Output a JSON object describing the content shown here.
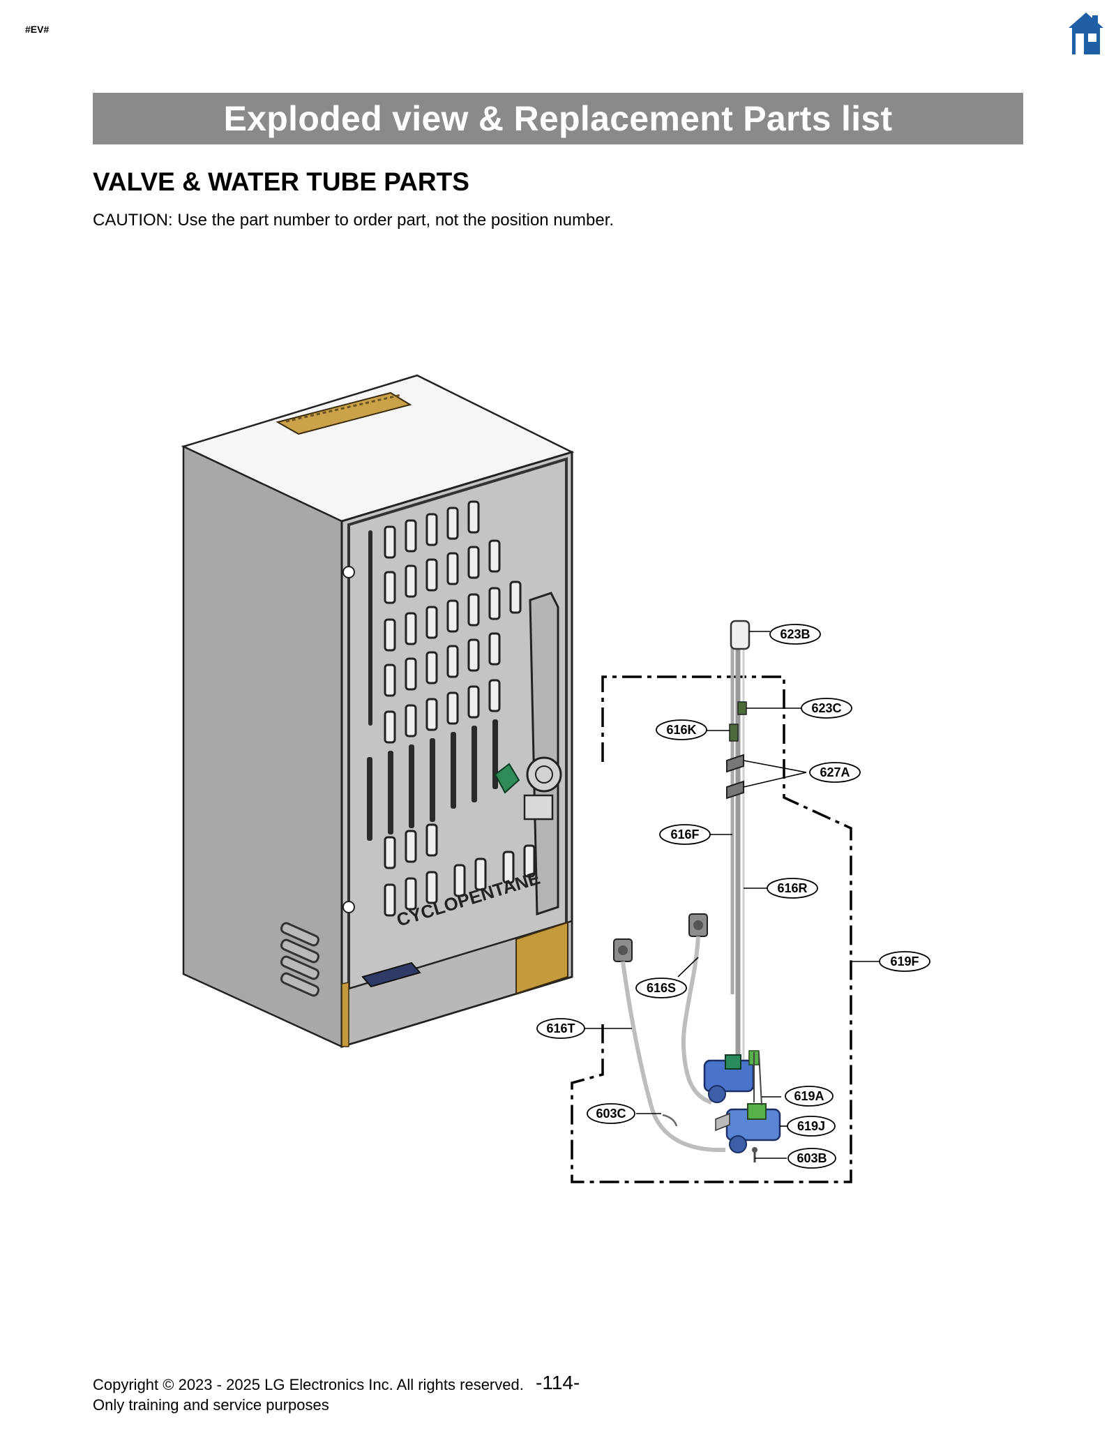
{
  "page": {
    "tag": "#EV#",
    "banner_title": "Exploded view & Replacement Parts list",
    "section_title": "VALVE & WATER TUBE PARTS",
    "caution": "CAUTION: Use the part number to order part, not the position number.",
    "footer_copyright": "Copyright © 2023 - 2025 LG Electronics Inc. All rights reserved.",
    "footer_note": "Only training and service purposes",
    "page_number": "-114-",
    "home_icon": "home-icon",
    "accent_color": "#1f5fa6",
    "banner_color": "#8a8a8a"
  },
  "diagram": {
    "cabinet_text": "CYCLOPENTANE",
    "callouts": {
      "c623B": "623B",
      "c623C": "623C",
      "c616K": "616K",
      "c627A": "627A",
      "c616F": "616F",
      "c616R": "616R",
      "c619F": "619F",
      "c616S": "616S",
      "c616T": "616T",
      "c619A": "619A",
      "c619J": "619J",
      "c603C": "603C",
      "c603B": "603B"
    }
  }
}
